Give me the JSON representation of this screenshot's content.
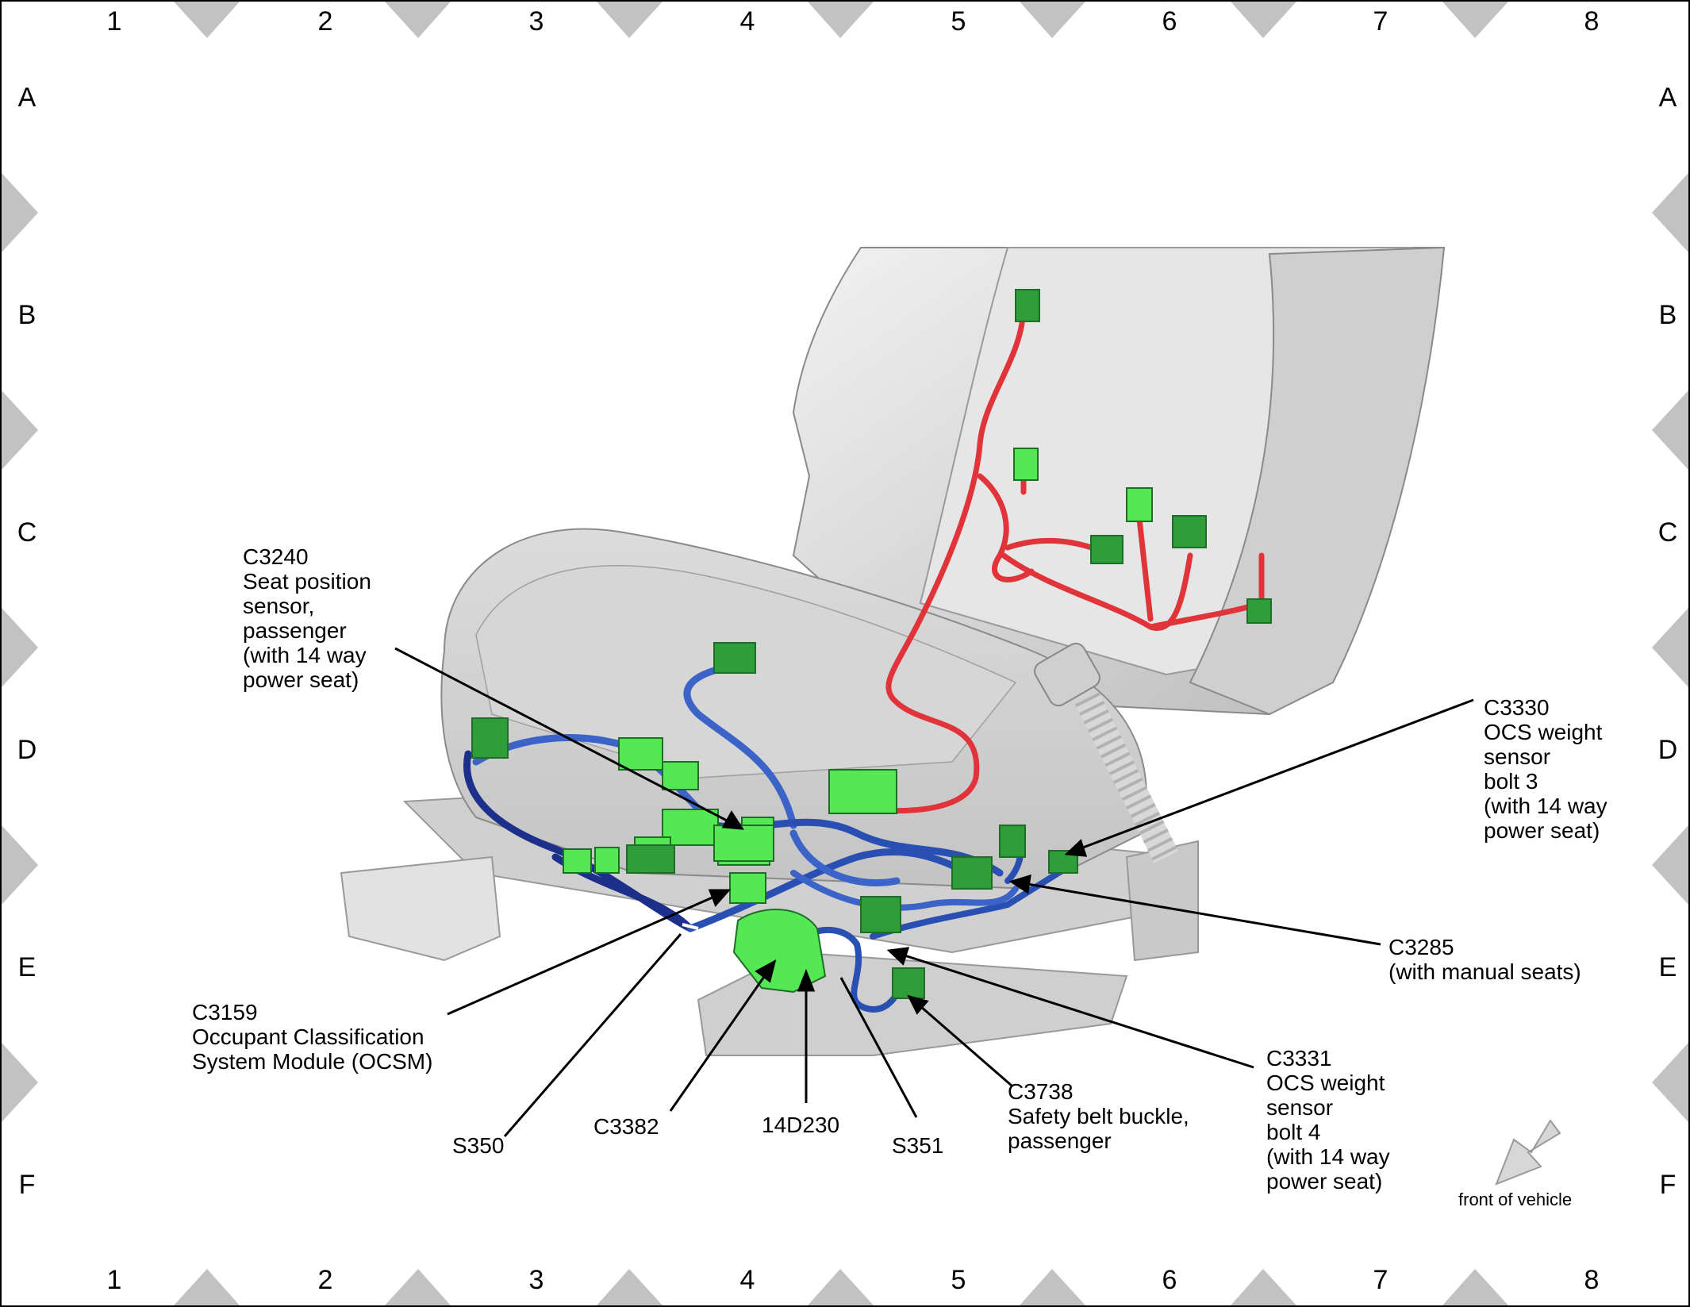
{
  "grid": {
    "columns": [
      "1",
      "2",
      "3",
      "4",
      "5",
      "6",
      "7",
      "8"
    ],
    "rows": [
      "A",
      "B",
      "C",
      "D",
      "E",
      "F"
    ]
  },
  "callouts": {
    "c3240": {
      "id": "C3240",
      "desc1": "Seat position",
      "desc2": "sensor,",
      "desc3": "passenger",
      "note1": "(with 14 way",
      "note2": "power seat)"
    },
    "c3330": {
      "id": "C3330",
      "desc1": "OCS weight",
      "desc2": "sensor",
      "desc3": "bolt 3",
      "note1": "(with 14 way",
      "note2": "power seat)"
    },
    "c3285": {
      "id": "C3285",
      "desc1": "(with manual seats)"
    },
    "c3159": {
      "id": "C3159",
      "desc1": "Occupant Classification",
      "desc2": "System Module (OCSM)"
    },
    "c3331": {
      "id": "C3331",
      "desc1": "OCS weight",
      "desc2": "sensor",
      "desc3": "bolt 4",
      "note1": "(with 14 way",
      "note2": "power seat)"
    },
    "c3738": {
      "id": "C3738",
      "desc1": "Safety belt buckle,",
      "desc2": "passenger"
    },
    "s350": {
      "id": "S350"
    },
    "c3382": {
      "id": "C3382"
    },
    "d14230": {
      "id": "14D230"
    },
    "s351": {
      "id": "S351"
    }
  },
  "orientation": {
    "label": "front of vehicle",
    "icon": "arrow-down-left-icon"
  },
  "colors": {
    "seat": "#d4d4d4",
    "harness_blue": "#2a4fb3",
    "harness_red": "#e0343a",
    "connector": "#55e855",
    "connector_dark": "#2f9e3a",
    "marker": "#c0c0c0"
  }
}
